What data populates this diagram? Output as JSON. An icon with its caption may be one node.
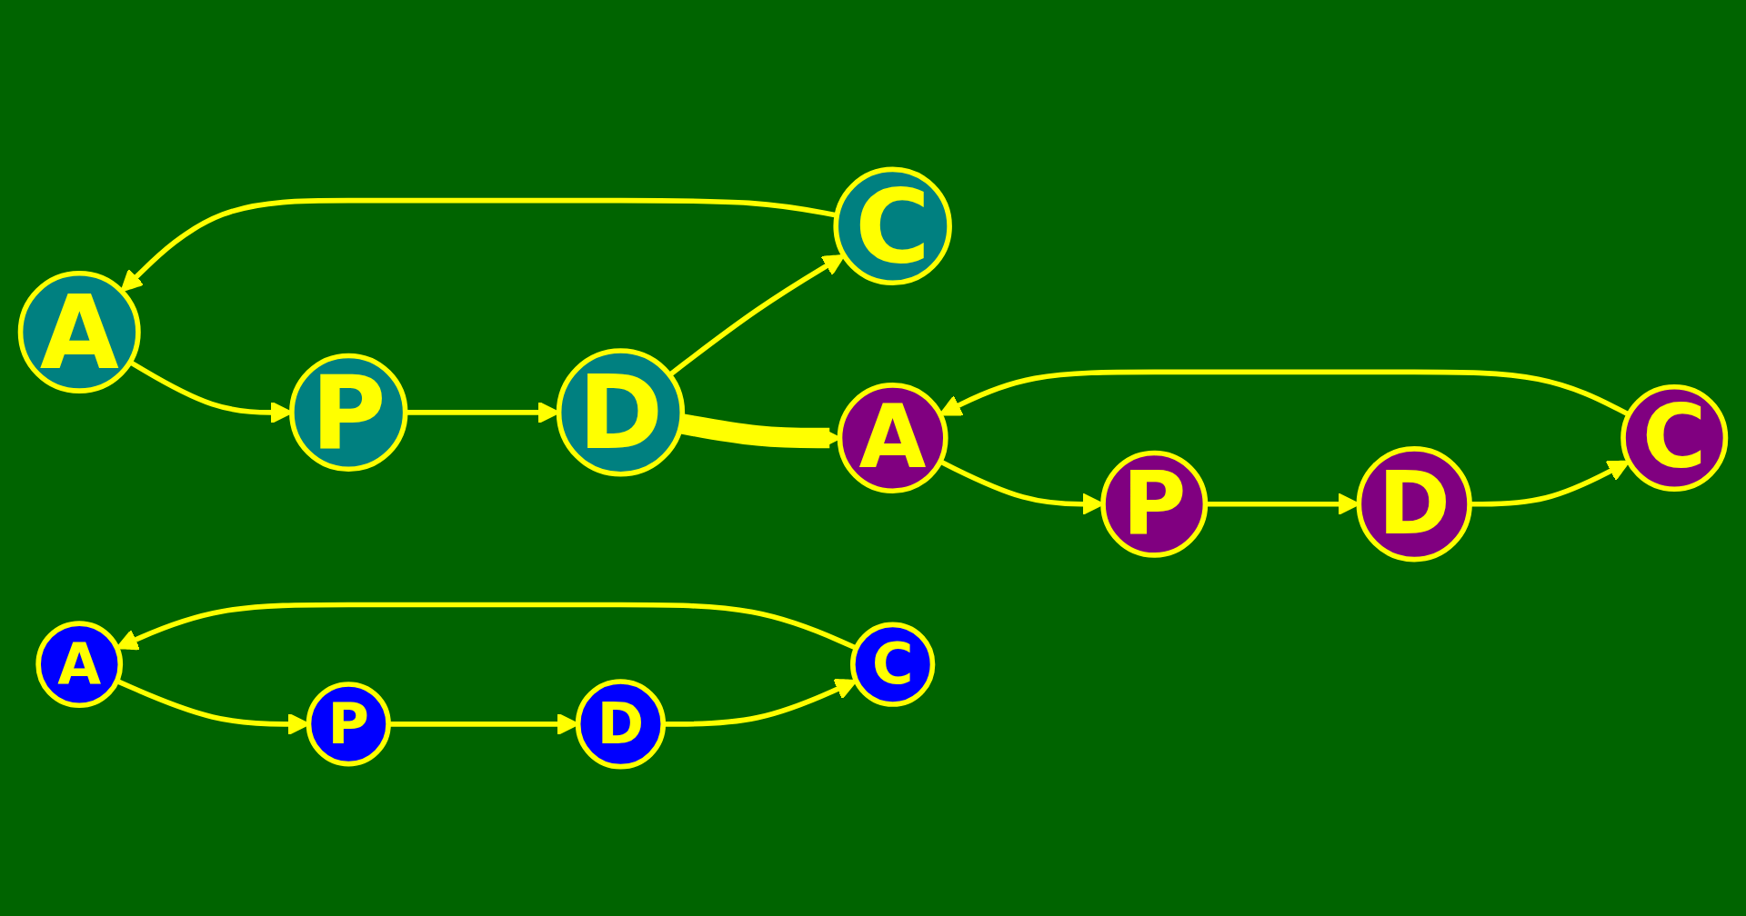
{
  "diagram": {
    "nodes": [
      {
        "text": [
          "A"
        ]
      },
      {
        "text": [
          "P"
        ]
      },
      {
        "text": [
          "D"
        ]
      },
      {
        "text": [
          "C"
        ]
      },
      {
        "text": [
          "A"
        ]
      },
      {
        "text": [
          "P"
        ]
      },
      {
        "text": [
          "D"
        ]
      },
      {
        "text": [
          "C"
        ]
      },
      {
        "text": [
          "A"
        ]
      },
      {
        "text": [
          "P"
        ]
      },
      {
        "text": [
          "D"
        ]
      },
      {
        "text": [
          "C"
        ]
      }
    ],
    "edges": [
      {
        "from": 0,
        "to": 1,
        "arrow": "to"
      },
      {
        "from": 1,
        "to": 2,
        "arrow": "to"
      },
      {
        "from": 2,
        "to": 3,
        "arrow": "to"
      },
      {
        "from": 3,
        "to": 0,
        "arrow": "to"
      },
      {
        "from": 2,
        "to": 4,
        "arrow": "to",
        "style": "thick"
      },
      {
        "from": 4,
        "to": 5,
        "arrow": "to"
      },
      {
        "from": 5,
        "to": 6,
        "arrow": "to"
      },
      {
        "from": 6,
        "to": 7,
        "arrow": "to"
      },
      {
        "from": 7,
        "to": 4,
        "arrow": "to"
      },
      {
        "from": 8,
        "to": 9,
        "arrow": "to"
      },
      {
        "from": 9,
        "to": 10,
        "arrow": "to"
      },
      {
        "from": 10,
        "to": 11,
        "arrow": "to"
      },
      {
        "from": 11,
        "to": 8,
        "arrow": "to"
      }
    ]
  }
}
